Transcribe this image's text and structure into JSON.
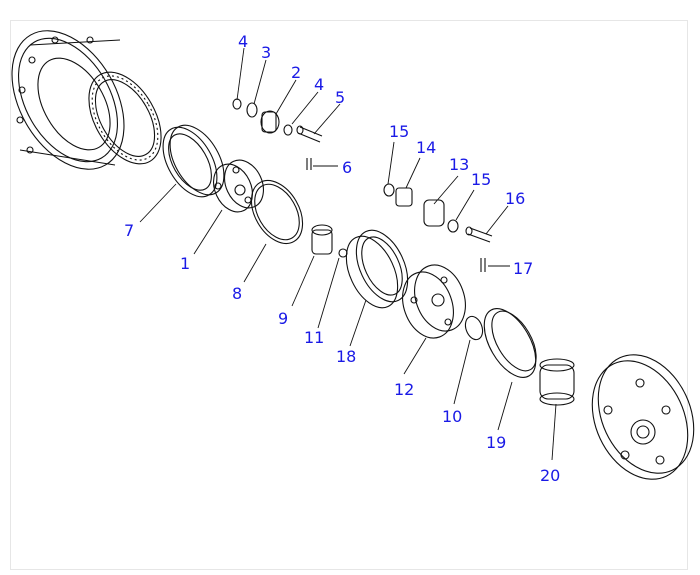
{
  "diagram": {
    "callouts": [
      "1",
      "2",
      "3",
      "4",
      "4",
      "5",
      "6",
      "7",
      "8",
      "9",
      "10",
      "11",
      "12",
      "13",
      "14",
      "15",
      "15",
      "16",
      "17",
      "18",
      "19",
      "20"
    ]
  }
}
